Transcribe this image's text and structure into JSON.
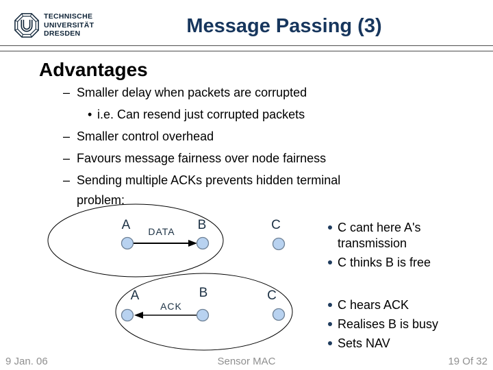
{
  "logo": {
    "line1": "TECHNISCHE",
    "line2": "UNIVERSITÄT",
    "line3": "DRESDEN"
  },
  "title": "Message Passing (3)",
  "heading": "Advantages",
  "bullets": [
    {
      "marker": "–",
      "text": "Smaller delay when packets are corrupted"
    },
    {
      "marker": "•",
      "text": "i.e. Can resend just corrupted packets"
    },
    {
      "marker": "–",
      "text": "Smaller control overhead"
    },
    {
      "marker": "–",
      "text": "Favours message fairness over node fairness"
    },
    {
      "marker": "–",
      "text": "Sending multiple ACKs prevents hidden terminal problem:"
    }
  ],
  "diagram": {
    "scene1": {
      "labels": [
        "A",
        "B",
        "C"
      ],
      "arrow_label": "DATA"
    },
    "scene2": {
      "labels": [
        "A",
        "B",
        "C"
      ],
      "arrow_label": "ACK"
    }
  },
  "notes": [
    {
      "items": [
        "C cant here A's transmission",
        "C thinks B is free"
      ]
    },
    {
      "items": [
        "C hears ACK",
        "Realises B is busy",
        "Sets NAV"
      ]
    }
  ],
  "footer": {
    "date": "9 Jan. 06",
    "center": "Sensor MAC",
    "page": "19 Of 32"
  },
  "colors": {
    "title_navy": "#17365d",
    "logo_navy": "#0f2438",
    "node_fill": "#b8d2f0",
    "node_stroke": "#6e8196",
    "bullet_dot_navy": "#1f3c5e",
    "footer_gray": "#8f8f8f"
  }
}
